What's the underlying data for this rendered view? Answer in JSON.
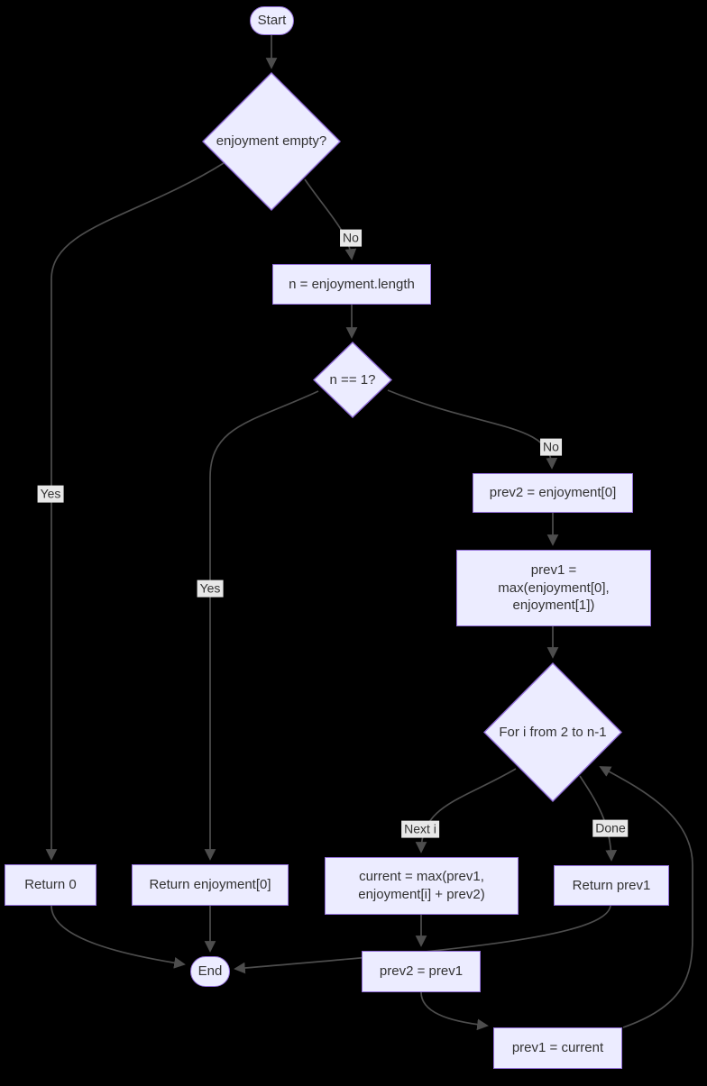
{
  "diagram": {
    "title": "max enjoyment dynamic-programming flowchart",
    "theme": {
      "background": "#000000",
      "node_fill": "#ECECFF",
      "node_border": "#9370DB",
      "text_color": "#333333",
      "edge_color": "#4d4d4d",
      "edge_label_bg": "#e8e8e8"
    },
    "nodes": {
      "start": {
        "type": "stadium",
        "label": "Start"
      },
      "check_empty": {
        "type": "diamond",
        "label": "enjoyment empty?"
      },
      "set_n": {
        "type": "rect",
        "label": "n = enjoyment.length"
      },
      "check_n_eq_1": {
        "type": "diamond",
        "label": "n == 1?"
      },
      "set_prev2": {
        "type": "rect",
        "label": "prev2 = enjoyment[0]"
      },
      "set_prev1": {
        "type": "rect",
        "label": "prev1 =\nmax(enjoyment[0],\nenjoyment[1])"
      },
      "loop": {
        "type": "diamond",
        "label": "For i from 2 to n-1"
      },
      "compute_current": {
        "type": "rect",
        "label": "current = max(prev1,\nenjoyment[i] + prev2)"
      },
      "return_prev1": {
        "type": "rect",
        "label": "Return prev1"
      },
      "return_zero": {
        "type": "rect",
        "label": "Return 0"
      },
      "return_first": {
        "type": "rect",
        "label": "Return enjoyment[0]"
      },
      "update_prev2": {
        "type": "rect",
        "label": "prev2 = prev1"
      },
      "update_prev1": {
        "type": "rect",
        "label": "prev1 = current"
      },
      "end": {
        "type": "stadium",
        "label": "End"
      }
    },
    "edge_labels": {
      "empty_no": "No",
      "empty_yes": "Yes",
      "n1_no": "No",
      "n1_yes": "Yes",
      "next_i": "Next i",
      "done": "Done"
    },
    "edges": [
      {
        "from": "start",
        "to": "check_empty",
        "label": ""
      },
      {
        "from": "check_empty",
        "to": "set_n",
        "label": "No"
      },
      {
        "from": "check_empty",
        "to": "return_zero",
        "label": "Yes"
      },
      {
        "from": "set_n",
        "to": "check_n_eq_1",
        "label": ""
      },
      {
        "from": "check_n_eq_1",
        "to": "return_first",
        "label": "Yes"
      },
      {
        "from": "check_n_eq_1",
        "to": "set_prev2",
        "label": "No"
      },
      {
        "from": "set_prev2",
        "to": "set_prev1",
        "label": ""
      },
      {
        "from": "set_prev1",
        "to": "loop",
        "label": ""
      },
      {
        "from": "loop",
        "to": "compute_current",
        "label": "Next i"
      },
      {
        "from": "loop",
        "to": "return_prev1",
        "label": "Done"
      },
      {
        "from": "compute_current",
        "to": "update_prev2",
        "label": ""
      },
      {
        "from": "update_prev2",
        "to": "update_prev1",
        "label": ""
      },
      {
        "from": "update_prev1",
        "to": "loop",
        "label": ""
      },
      {
        "from": "return_prev1",
        "to": "end",
        "label": ""
      },
      {
        "from": "return_zero",
        "to": "end",
        "label": ""
      },
      {
        "from": "return_first",
        "to": "end",
        "label": ""
      }
    ]
  }
}
